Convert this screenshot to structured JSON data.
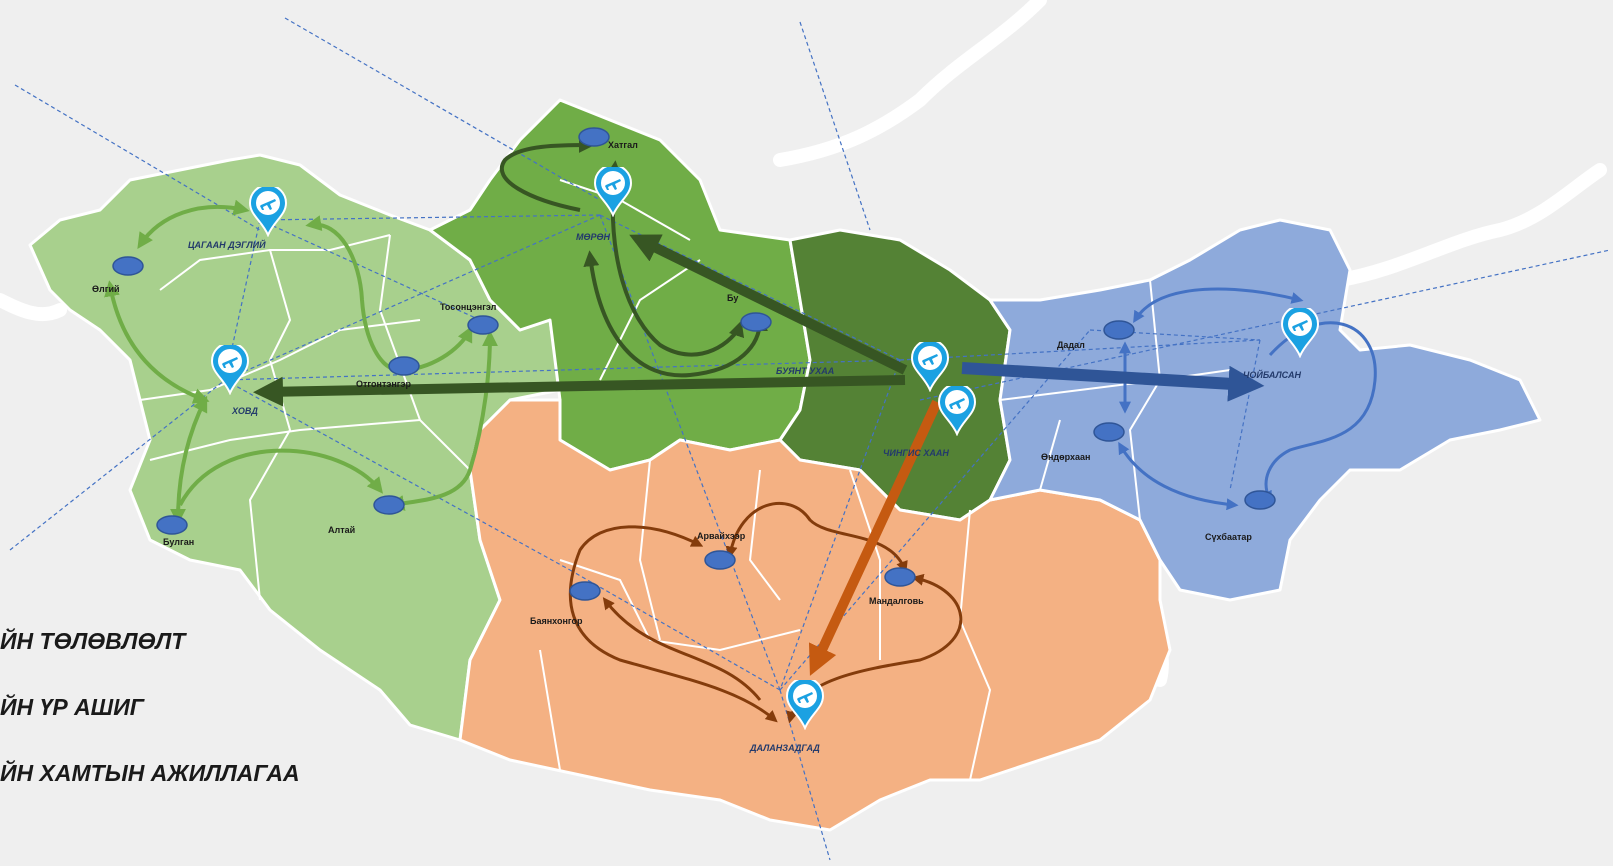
{
  "colors": {
    "background": "#efefef",
    "west_region": "#a8d08d",
    "north_region": "#70ad47",
    "central_region": "#548235",
    "south_region": "#f4b183",
    "east_region": "#8eaadb",
    "border": "#ffffff",
    "town_marker": "#4472c4",
    "airport_pin": "#1ba1e2",
    "route_west": "#70ad47",
    "route_central": "#375623",
    "route_south": "#843c0c",
    "route_east": "#4472c4",
    "arrow_east_main": "#2f5597",
    "arrow_south_main": "#c55a11",
    "dashed_lines": "#4472c4"
  },
  "hubs": [
    {
      "id": "tsagaan",
      "label": "ЦАГААН ДЭГЛИЙ"
    },
    {
      "id": "khovd",
      "label": "ХОВД"
    },
    {
      "id": "moron",
      "label": "МӨРӨН"
    },
    {
      "id": "buyant",
      "label": "БУЯНТ УХАА"
    },
    {
      "id": "chinggis",
      "label": "ЧИНГИС ХААН"
    },
    {
      "id": "choibalsan",
      "label": "ЧОЙБАЛСАН"
    },
    {
      "id": "dalanzadgad",
      "label": "ДАЛАНЗАДГАД"
    }
  ],
  "towns": [
    {
      "id": "olgii",
      "label": "Өлгий"
    },
    {
      "id": "tosontsengel",
      "label": "Тосонцэнгэл"
    },
    {
      "id": "otgontenger",
      "label": "Отгонтэнгэр"
    },
    {
      "id": "bulgan",
      "label": "Булган"
    },
    {
      "id": "altai",
      "label": "Алтай"
    },
    {
      "id": "khatgal",
      "label": "Хатгал"
    },
    {
      "id": "bulgan_north",
      "label": "Бу"
    },
    {
      "id": "arvaikheer",
      "label": "Арвайхээр"
    },
    {
      "id": "bayankhongor",
      "label": "Баянхонгор"
    },
    {
      "id": "mandalgovi",
      "label": "Мандалговь"
    },
    {
      "id": "dadal",
      "label": "Дадал"
    },
    {
      "id": "ondorkhaan",
      "label": "Өндөрхаан"
    },
    {
      "id": "sukhbaatar",
      "label": "Сүхбаатар"
    }
  ],
  "legend": [
    "ЙН ТӨЛӨВЛӨЛТ",
    "ЙН ҮР АШИГ",
    "ЙН ХАМТЫН АЖИЛЛАГАА"
  ]
}
